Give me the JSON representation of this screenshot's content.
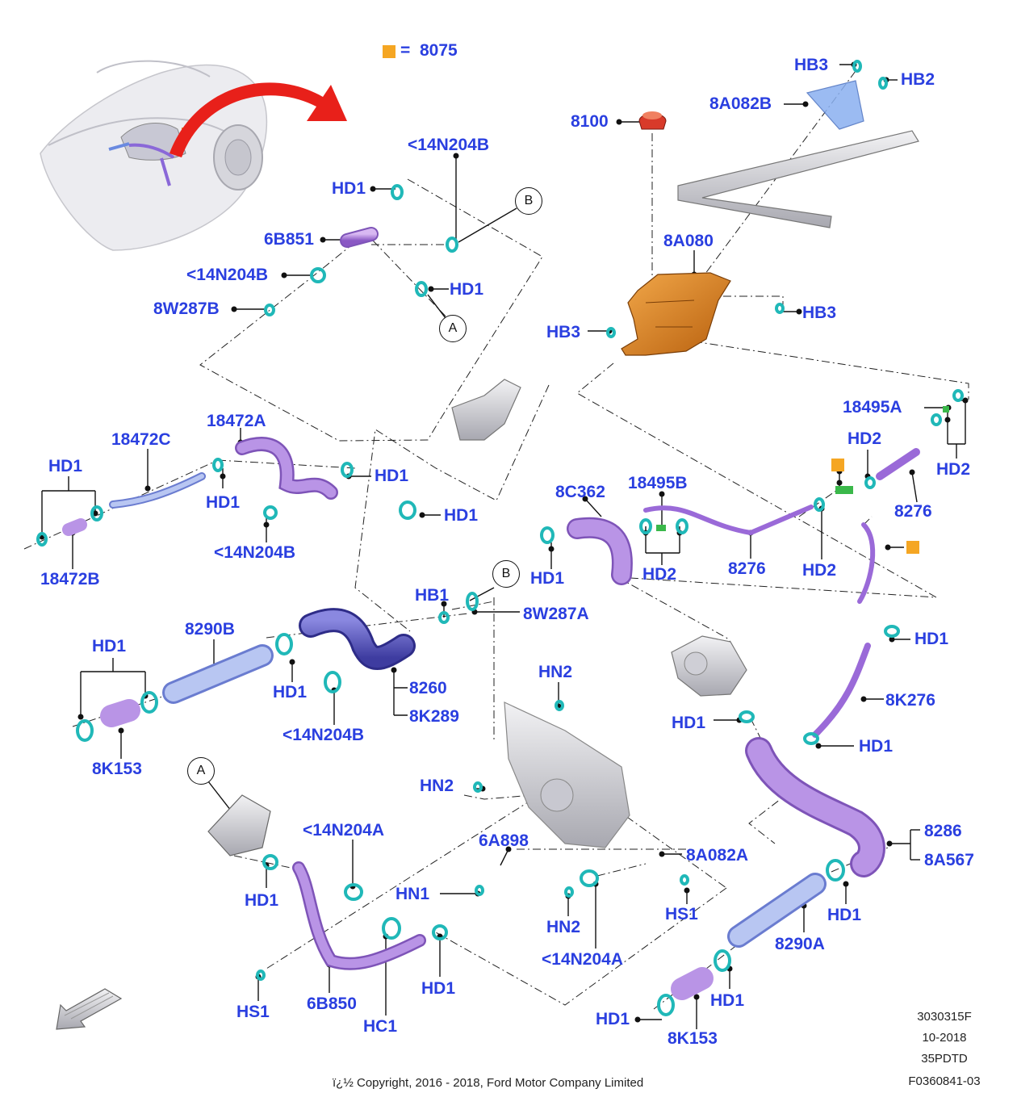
{
  "colors": {
    "label": "#2a3fe0",
    "hose_purple": "#a070d0",
    "hose_blue": "#7d8fe0",
    "clamp_cyan": "#38d0d0",
    "reservoir_orange": "#d87a1e",
    "cap_red": "#d83a2a",
    "legend_orange": "#f5a623",
    "arrow_red": "#e8201a"
  },
  "legend": {
    "equals": "=",
    "value": "8075"
  },
  "callouts": {
    "a": "A",
    "b": "B"
  },
  "labels": {
    "l_14n204b_top": "<14N204B",
    "hd1_top": "HD1",
    "p6b851": "6B851",
    "l_14n204b_mid": "<14N204B",
    "p8w287b": "8W287B",
    "hd1_top2": "HD1",
    "p8100": "8100",
    "hb3_top": "HB3",
    "hb2": "HB2",
    "p8a082b": "8A082B",
    "p8a080": "8A080",
    "hb3_right": "HB3",
    "hb3_left": "HB3",
    "p18472a": "18472A",
    "p18472c": "18472C",
    "hd1_left1": "HD1",
    "hd1_mid1": "HD1",
    "hd1_right1": "HD1",
    "l_14n204b_l2": "<14N204B",
    "p18472b": "18472B",
    "hd1_center": "HD1",
    "p18495a": "18495A",
    "hd2_a": "HD2",
    "hd2_b": "HD2",
    "p8276_r": "8276",
    "p8c362": "8C362",
    "p18495b": "18495B",
    "hd1_8c362": "HD1",
    "hd2_c": "HD2",
    "p8276_m": "8276",
    "hd2_d": "HD2",
    "hb1": "HB1",
    "p8w287a": "8W287A",
    "hd1_l3": "HD1",
    "p8290b": "8290B",
    "hd1_l3b": "HD1",
    "p8260": "8260",
    "p8k289": "8K289",
    "l_14n204b_l3": "<14N204B",
    "p8k153_l": "8K153",
    "hn2_top": "HN2",
    "hd1_r3": "HD1",
    "p8k276": "8K276",
    "hd1_pump": "HD1",
    "hd1_r4": "HD1",
    "hn2_mid": "HN2",
    "l_14n204a_top": "<14N204A",
    "p6a898": "6A898",
    "p8a082a": "8A082A",
    "hn1": "HN1",
    "hd1_b1": "HD1",
    "hs1_r": "HS1",
    "hn2_b": "HN2",
    "l_14n204a_b": "<14N204A",
    "p8286": "8286",
    "p8a567": "8A567",
    "hd1_b4": "HD1",
    "p8290a": "8290A",
    "hs1_l": "HS1",
    "p6b850": "6B850",
    "hc1": "HC1",
    "hd1_b2": "HD1",
    "hd1_b5": "HD1",
    "hd1_b6": "HD1",
    "p8k153_r": "8K153"
  },
  "footer": {
    "code1": "3030315F",
    "date": "10-2018",
    "code2": "35PDTD",
    "code3": "F0360841-03",
    "copyright": "ï¿½ Copyright, 2016 - 2018, Ford Motor Company Limited"
  }
}
